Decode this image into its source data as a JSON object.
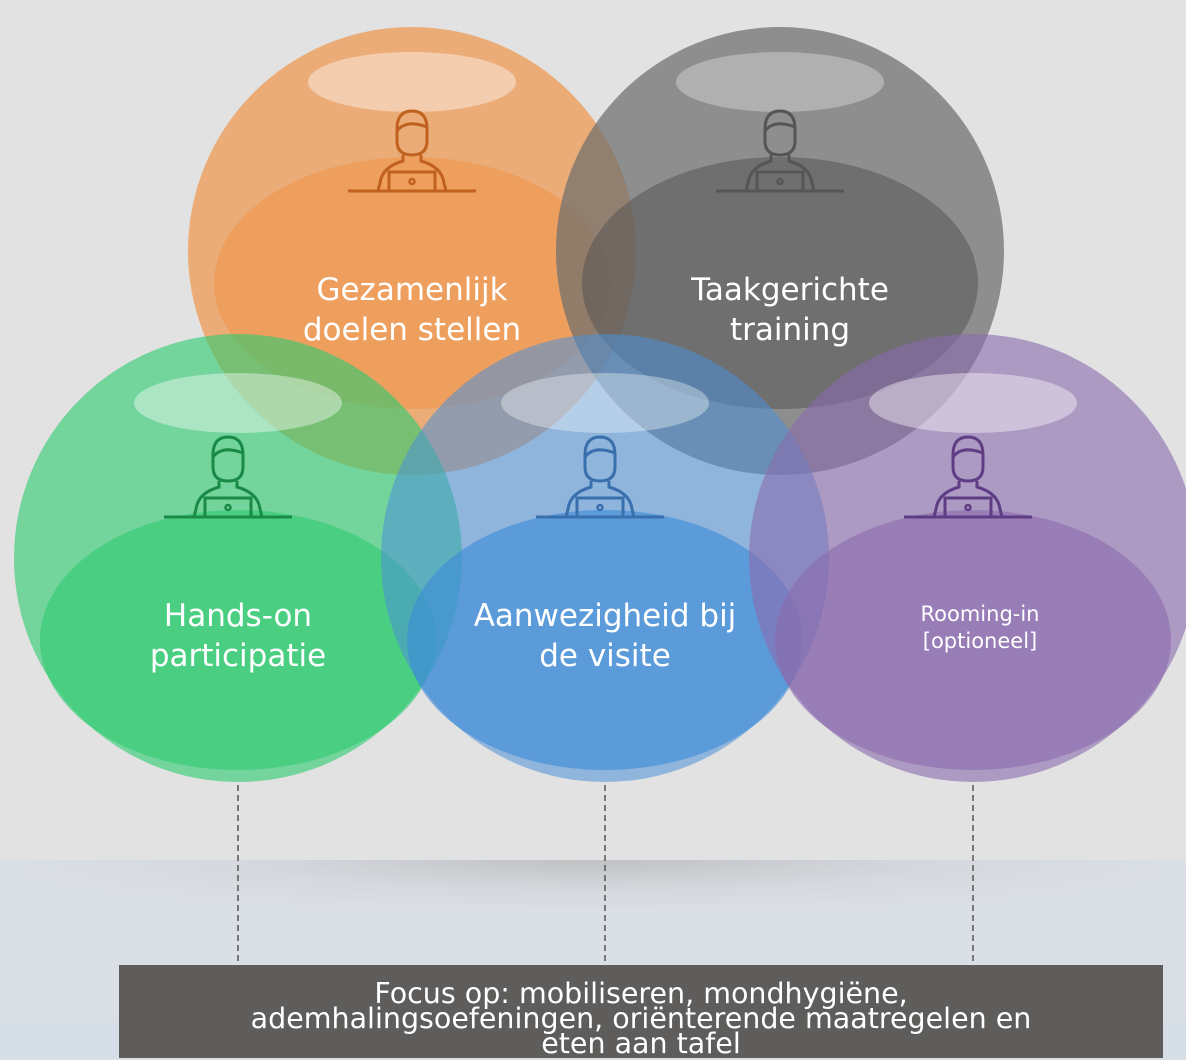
{
  "circles": [
    {
      "id": "gezamenlijk",
      "label": "Gezamenlijk\ndoelen stellen",
      "color": "#f0964a",
      "icon_color": "#c0611f"
    },
    {
      "id": "taakgericht",
      "label": "Taakgerichte\ntraining",
      "color": "#6e6e6e",
      "icon_color": "#555555"
    },
    {
      "id": "hands-on",
      "label": "Hands-on\nparticipatie",
      "color": "#2ecc71",
      "icon_color": "#1a8a47"
    },
    {
      "id": "aanwezigheid",
      "label": "Aanwezigheid bij\nde visite",
      "color": "#4a90d9",
      "icon_color": "#3a6fae"
    },
    {
      "id": "rooming-in",
      "label": "Rooming-in\n[optioneel]",
      "color": "#8a6aad",
      "icon_color": "#5e3d85"
    }
  ],
  "icon": "person-at-laptop-icon",
  "focus": {
    "text": "Focus op: mobiliseren, mondhygiëne,\nademhalingsoefeningen, oriënterende maatregelen en\neten aan tafel"
  }
}
